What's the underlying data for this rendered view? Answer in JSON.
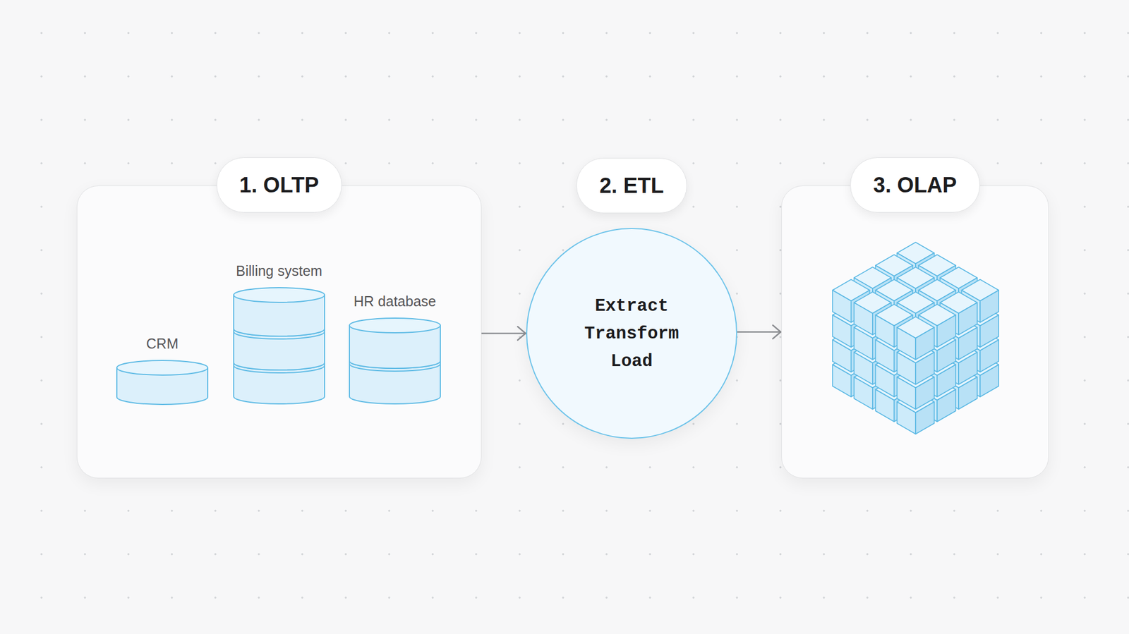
{
  "diagram": {
    "nodes": [
      {
        "text": [
          "1. OLTP"
        ]
      },
      {
        "text": [
          "CRM"
        ],
        "in": 0
      },
      {
        "text": [
          "Billing system"
        ],
        "in": 0
      },
      {
        "text": [
          "HR database"
        ],
        "in": 0
      },
      {
        "text": [
          "2. ETL",
          "Extract Transform Load"
        ]
      },
      {
        "text": [
          "3. OLAP"
        ]
      }
    ],
    "edges": [
      {
        "from": 0,
        "to": 4,
        "arrow": "to"
      },
      {
        "from": 4,
        "to": 5,
        "arrow": "to"
      }
    ]
  }
}
